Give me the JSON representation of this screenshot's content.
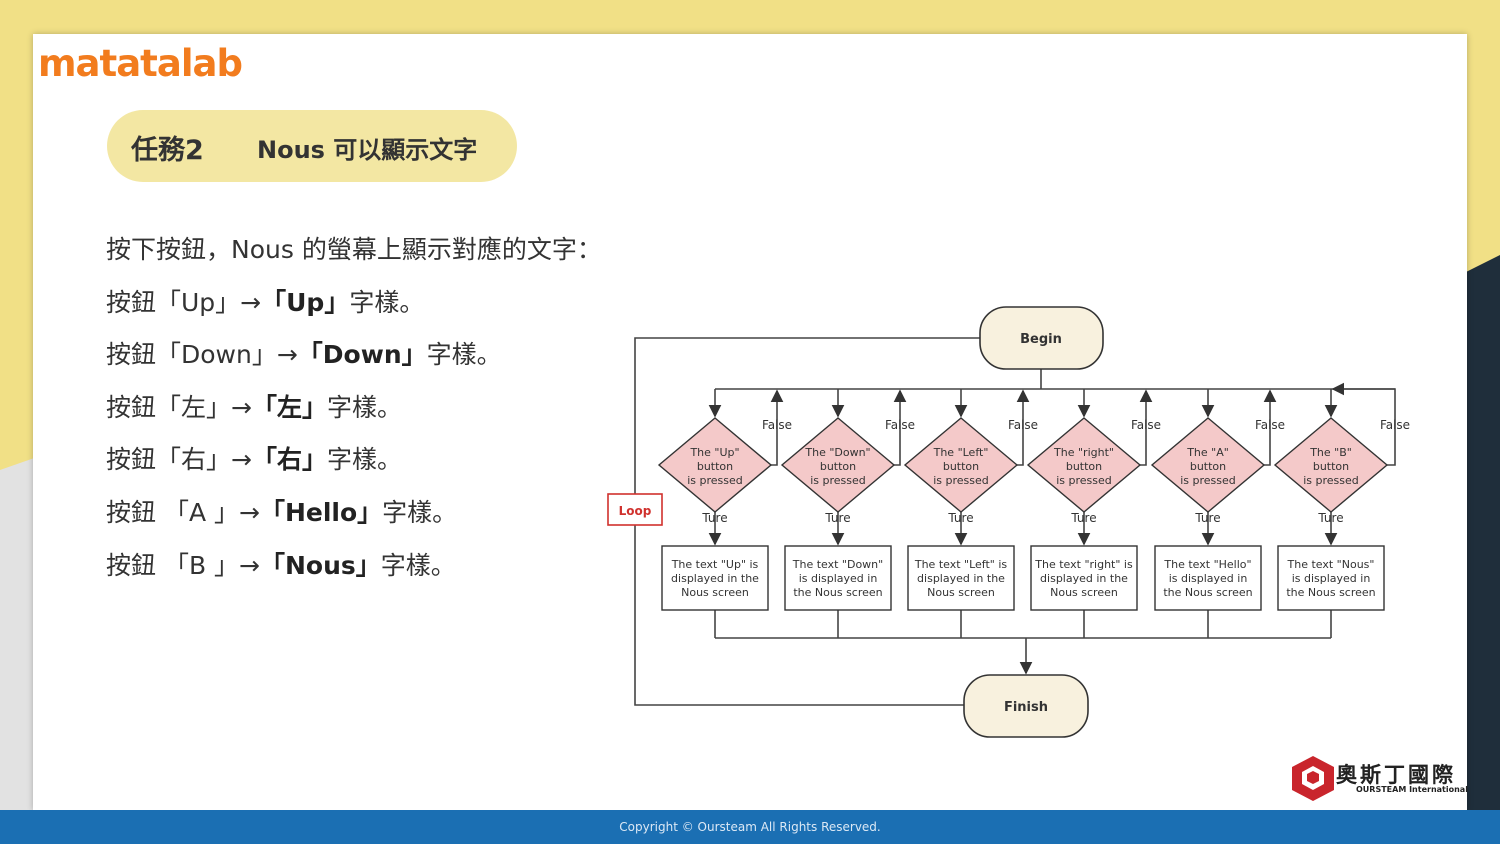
{
  "brand": "matatalab",
  "task": {
    "label": "任務2",
    "title": "Nous 可以顯示文字"
  },
  "instructions": {
    "intro": "按下按鈕，Nous 的螢幕上顯示對應的文字：",
    "items": [
      {
        "prefix": "按鈕「Up」→",
        "result": "「Up」",
        "suffix": "字樣。"
      },
      {
        "prefix": "按鈕「Down」→",
        "result": "「Down」",
        "suffix": "字樣。"
      },
      {
        "prefix": "按鈕「左」→",
        "result": "「左」",
        "suffix": "字樣。"
      },
      {
        "prefix": "按鈕「右」→",
        "result": "「右」",
        "suffix": "字樣。"
      },
      {
        "prefix": "按鈕 「A 」→",
        "result": "「Hello」",
        "suffix": "字樣。"
      },
      {
        "prefix": "按鈕 「B 」→",
        "result": "「Nous」",
        "suffix": "字樣。"
      }
    ]
  },
  "flowchart": {
    "begin": "Begin",
    "finish": "Finish",
    "loop": "Loop",
    "false_label": "False",
    "true_label": "Ture",
    "decisions": [
      [
        "The \"Up\"",
        "button",
        "is pressed"
      ],
      [
        "The \"Down\"",
        "button",
        "is pressed"
      ],
      [
        "The \"Left\"",
        "button",
        "is pressed"
      ],
      [
        "The \"right\"",
        "button",
        "is pressed"
      ],
      [
        "The \"A\"",
        "button",
        "is pressed"
      ],
      [
        "The \"B\"",
        "button",
        "is pressed"
      ]
    ],
    "actions": [
      [
        "The text \"Up\" is",
        "displayed in the",
        "Nous screen"
      ],
      [
        "The text \"Down\"",
        "is displayed in",
        "the Nous screen"
      ],
      [
        "The text \"Left\" is",
        "displayed in the",
        "Nous screen"
      ],
      [
        "The text \"right\" is",
        "displayed in the",
        "Nous screen"
      ],
      [
        "The text \"Hello\"",
        "is displayed in",
        "the Nous screen"
      ],
      [
        "The text \"Nous\"",
        "is displayed in",
        "the Nous screen"
      ]
    ]
  },
  "logo": {
    "cn": "奧斯丁國際",
    "en": "OURSTEAM International"
  },
  "footer": {
    "copyright": "Copyright © Oursteam All Rights Reserved."
  },
  "colors": {
    "accent": "#f27c1e",
    "pill": "#f3e7a3",
    "footer": "#1b6fb3",
    "decision_fill": "#f4c9c9",
    "terminal_fill": "#f8f1de",
    "loop": "#d0312d"
  }
}
